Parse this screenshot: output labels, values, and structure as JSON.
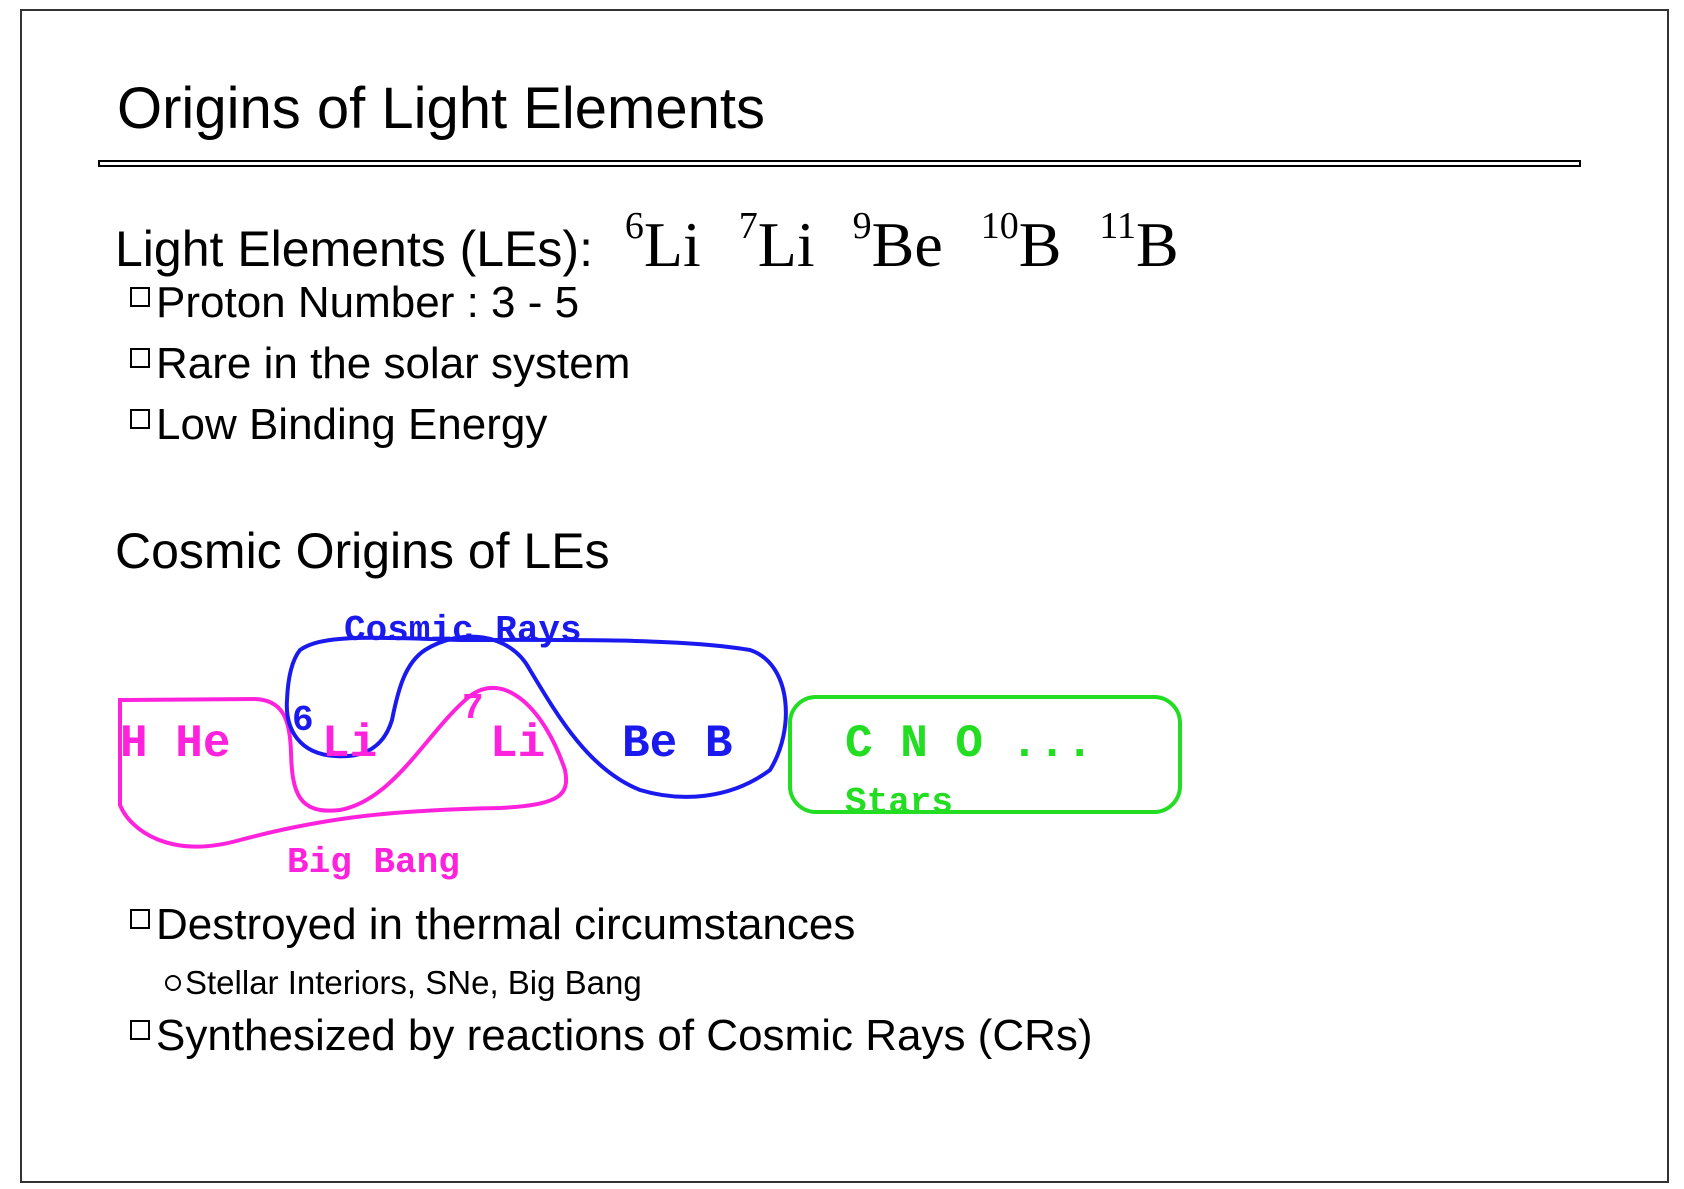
{
  "slide": {
    "title": "Origins of Light Elements",
    "section1": {
      "heading": "Light Elements (LEs):",
      "nuclides": [
        {
          "mass": "6",
          "symbol": "Li"
        },
        {
          "mass": "7",
          "symbol": "Li"
        },
        {
          "mass": "9",
          "symbol": "Be"
        },
        {
          "mass": "10",
          "symbol": "B"
        },
        {
          "mass": "11",
          "symbol": "B"
        }
      ],
      "bullets": [
        "Proton Number : 3 - 5",
        "Rare in the solar system",
        "Low Binding Energy"
      ]
    },
    "section2": {
      "heading": "Cosmic Origins of LEs",
      "diagram": {
        "cosmic_rays_label": "Cosmic Rays",
        "big_bang_label": "Big Bang",
        "stars_label": "Stars",
        "h_he": "H He",
        "li6_mass": "6",
        "li6_symbol": "Li",
        "li7_mass": "7",
        "li7_symbol": "Li",
        "be_b": "Be B",
        "cno": "C N O ...",
        "colors": {
          "big_bang": "#ff22dd",
          "cosmic_rays": "#1a1aee",
          "stars": "#22dd22"
        }
      },
      "bullets": [
        {
          "text": "Destroyed in thermal circumstances",
          "sub": "Stellar Interiors, SNe, Big Bang"
        },
        {
          "text": "Synthesized by reactions of Cosmic Rays (CRs)"
        }
      ]
    }
  }
}
